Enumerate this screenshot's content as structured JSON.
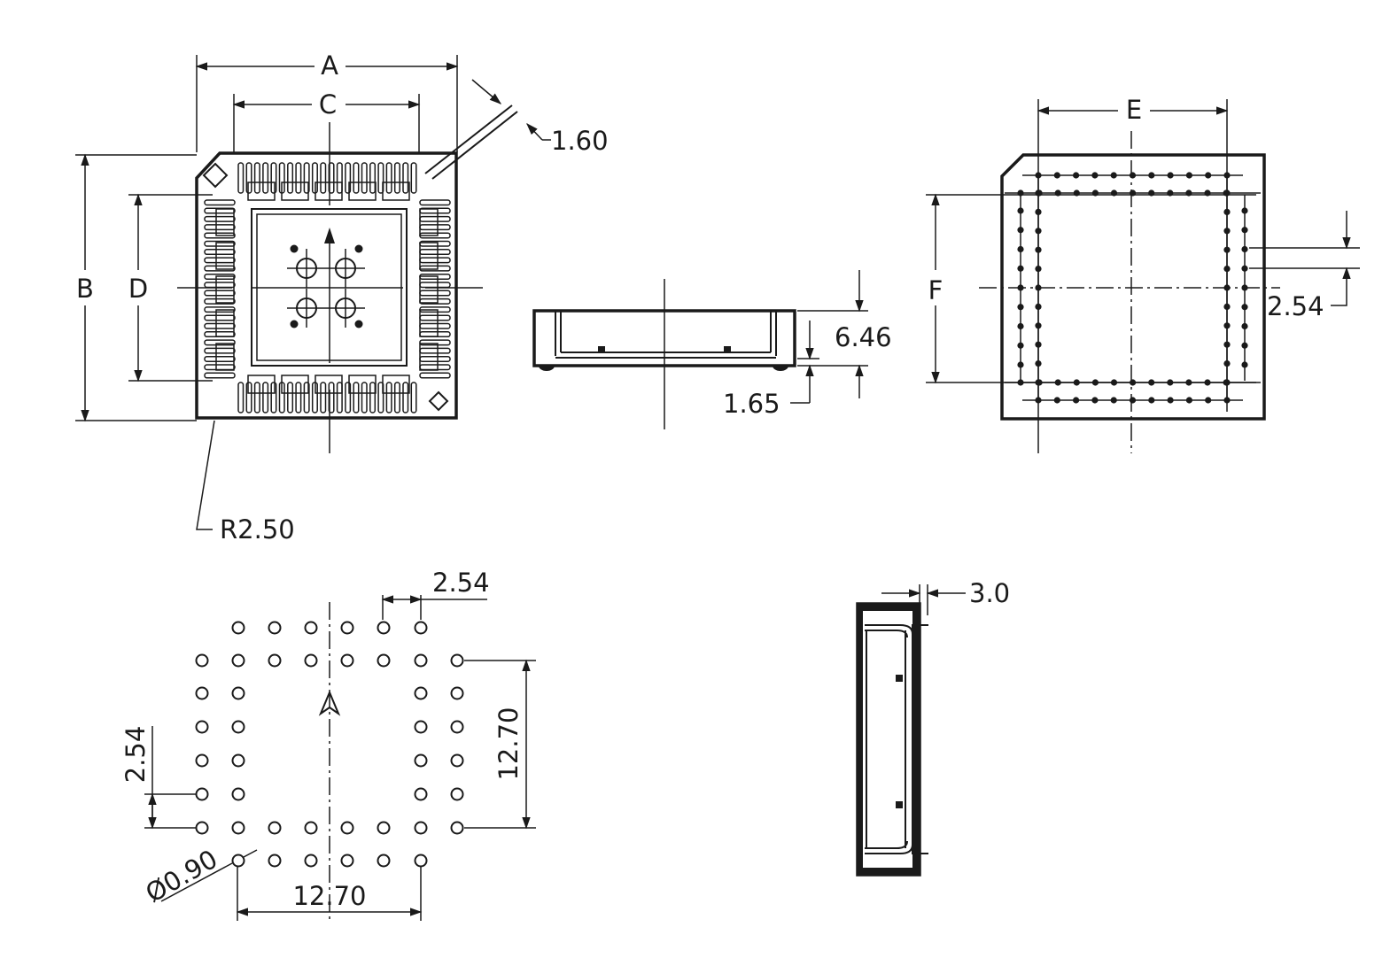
{
  "labels": {
    "A": "A",
    "B": "B",
    "C": "C",
    "D": "D",
    "E": "E",
    "F": "F"
  },
  "dimensions": {
    "lead_width": "1.60",
    "corner_radius": "R2.50",
    "height_total": "6.46",
    "standoff": "1.65",
    "pin_pitch_bottom": "2.54",
    "pitch_top": "2.54",
    "pitch_side": "2.54",
    "span_vertical": "12.70",
    "span_horizontal": "12.70",
    "hole_diameter": "Ø0.90",
    "side_thickness": "3.0"
  },
  "colors": {
    "line": "#1a1a1a",
    "background": "#ffffff"
  }
}
